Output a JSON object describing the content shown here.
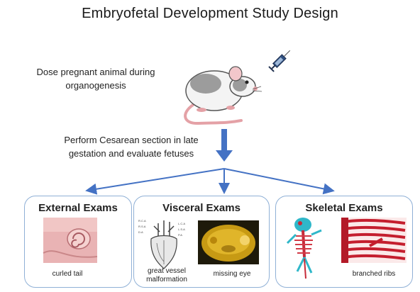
{
  "title": "Embryofetal Development Study Design",
  "steps": {
    "dose": "Dose pregnant animal during organogenesis",
    "cesarean": "Perform Cesarean section in late gestation and evaluate fetuses"
  },
  "panels": {
    "external": {
      "title": "External Exams",
      "captions": [
        "curled tail"
      ]
    },
    "visceral": {
      "title": "Visceral Exams",
      "captions": [
        "great vessel malformation",
        "missing eye"
      ]
    },
    "skeletal": {
      "title": "Skeletal Exams",
      "captions": [
        "branched ribs"
      ]
    }
  },
  "colors": {
    "arrow": "#4472c4",
    "panel_border": "#8fb0d6"
  },
  "icons": [
    "rat-icon",
    "syringe-icon",
    "fetus-tail-photo",
    "heart-vessel-drawing",
    "fetal-head-photo",
    "stained-skeleton-photo",
    "ribs-photo"
  ]
}
